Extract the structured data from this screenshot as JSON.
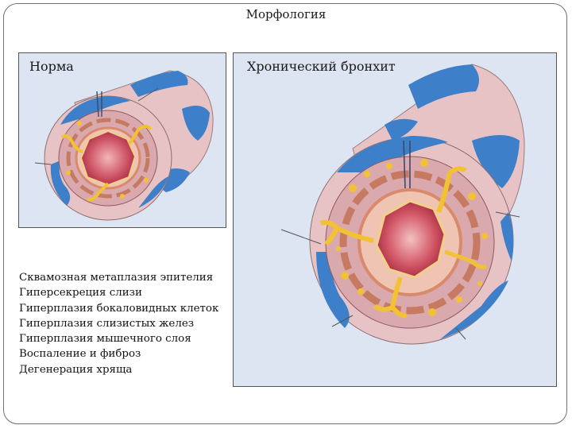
{
  "title": "Морфология",
  "panels": {
    "normal": {
      "label": "Норма"
    },
    "chronic": {
      "label": "Хронический бронхит"
    }
  },
  "findings": [
    "Сквамозная метаплазия эпителия",
    "Гиперсекреция слизи",
    "Гиперплазия бокаловидных клеток",
    "Гиперплазия слизистых желез",
    "Гиперплазия мышечного слоя",
    "Воспаление и фиброз",
    "Дегенерация хряща"
  ],
  "colors": {
    "panel_bg": "#dde5f2",
    "cartilage_blue": "#3d7fc8",
    "outer_pink": "#e8c3c5",
    "wall_pink": "#d9a9ad",
    "muscle": "#c77a62",
    "lumen_red": "#c23b4e",
    "gland_yellow": "#f2c233"
  }
}
